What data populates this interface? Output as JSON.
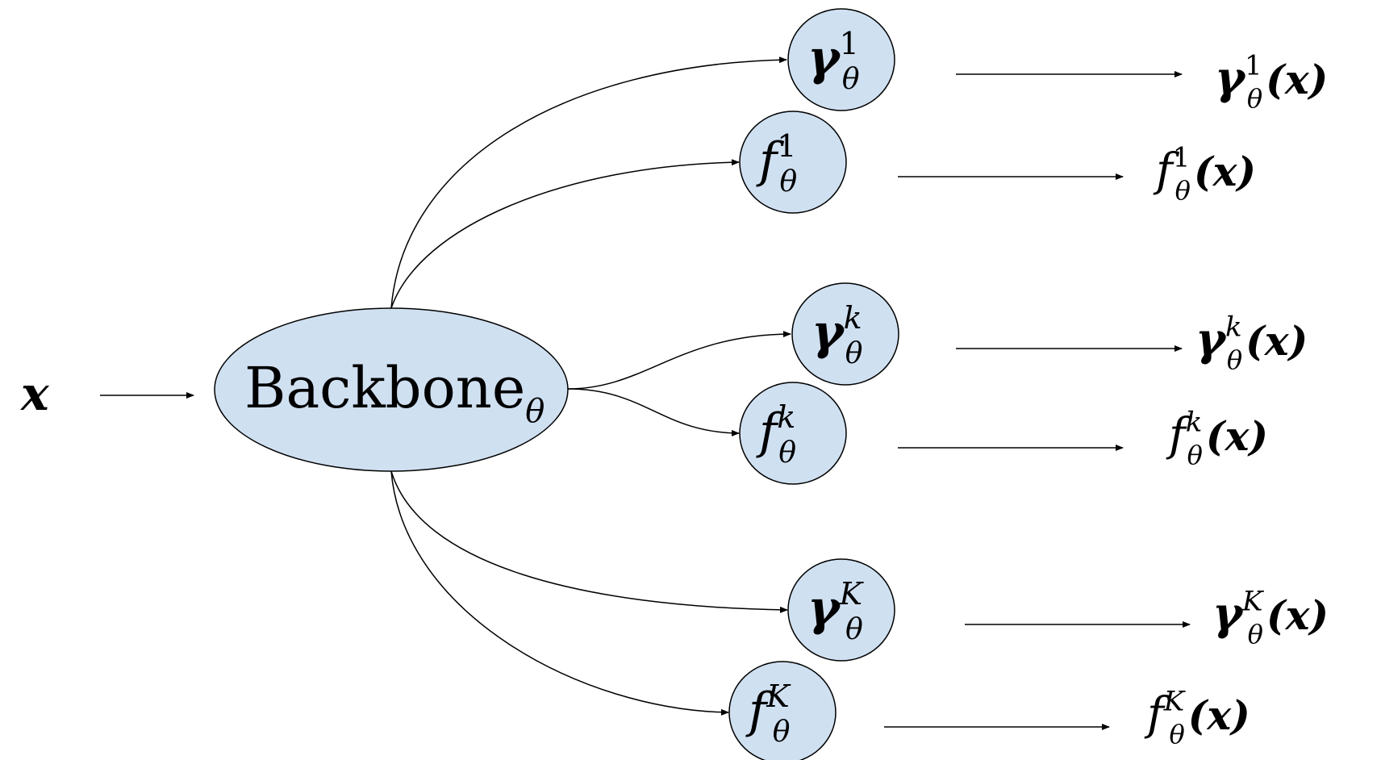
{
  "input": {
    "label": "x"
  },
  "backbone": {
    "label": "Backbone",
    "subscript": "θ"
  },
  "heads": [
    {
      "name": "gamma-1",
      "symbol": "γ",
      "bold": true,
      "superscript": "1",
      "subscript": "θ",
      "output": "(x)"
    },
    {
      "name": "f-1",
      "symbol": "f",
      "bold": false,
      "superscript": "1",
      "subscript": "θ",
      "output": "(x)"
    },
    {
      "name": "gamma-k",
      "symbol": "γ",
      "bold": true,
      "superscript": "k",
      "subscript": "θ",
      "output": "(x)"
    },
    {
      "name": "f-k",
      "symbol": "f",
      "bold": false,
      "superscript": "k",
      "subscript": "θ",
      "output": "(x)"
    },
    {
      "name": "gamma-K",
      "symbol": "γ",
      "bold": true,
      "superscript": "K",
      "subscript": "θ",
      "output": "(x)"
    },
    {
      "name": "f-K",
      "symbol": "f",
      "bold": false,
      "superscript": "K",
      "subscript": "θ",
      "output": "(x)"
    }
  ],
  "colors": {
    "node_fill": "#cfe0f1",
    "stroke": "#000000"
  }
}
